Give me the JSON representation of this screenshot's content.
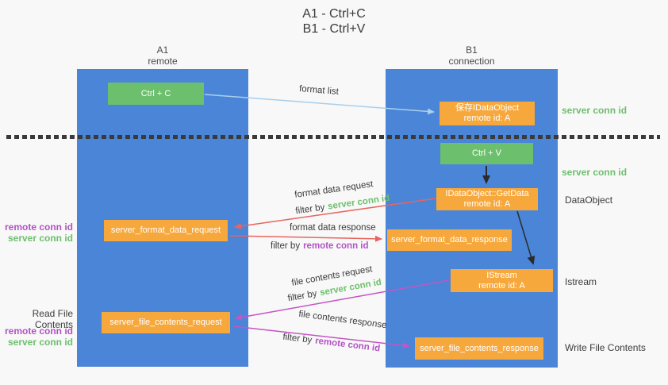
{
  "title": {
    "line1": "A1 - Ctrl+C",
    "line2": "B1 - Ctrl+V"
  },
  "lanes": {
    "left": {
      "name": "A1",
      "subtitle": "remote"
    },
    "right": {
      "name": "B1",
      "subtitle": "connection"
    }
  },
  "nodes": {
    "ctrl_c": {
      "label": "Ctrl + C"
    },
    "save_idataobject": {
      "line1": "保存IDataObject",
      "line2": "remote id: A"
    },
    "ctrl_v": {
      "label": "Ctrl + V"
    },
    "idataobject_getdata": {
      "line1": "IDataObject::GetData",
      "line2": "remote id: A"
    },
    "server_format_data_request": {
      "label": "server_format_data_request"
    },
    "server_format_data_response": {
      "label": "server_format_data_response"
    },
    "istream": {
      "line1": "IStream",
      "line2": "remote id: A"
    },
    "server_file_contents_request": {
      "label": "server_file_contents_request"
    },
    "server_file_contents_response": {
      "label": "server_file_contents_response"
    }
  },
  "edges": {
    "format_list": {
      "label": "format list"
    },
    "format_data_request": {
      "label": "format data request",
      "filter_prefix": "filter by",
      "filter_key": "server conn id"
    },
    "format_data_response": {
      "label": "format data response",
      "filter_prefix": "filter by",
      "filter_key": "remote conn id"
    },
    "file_contents_request": {
      "label": "file contents request",
      "filter_prefix": "filter by",
      "filter_key": "server conn id"
    },
    "file_contents_response": {
      "label": "file contents response",
      "filter_prefix": "filter by",
      "filter_key": "remote conn id"
    }
  },
  "side_labels": {
    "right_server_conn_id_top": "server conn id",
    "right_server_conn_id_mid": "server conn id",
    "right_dataobject": "DataObject",
    "right_istream": "Istream",
    "right_write_file_contents": "Write File Contents",
    "left_remote_conn_id_top": "remote conn id",
    "left_server_conn_id_top": "server conn id",
    "left_read_file_contents": "Read File Contents",
    "left_remote_conn_id_bottom": "remote conn id",
    "left_server_conn_id_bottom": "server conn id"
  },
  "colors": {
    "lane_blue": "#4a85d8",
    "box_orange": "#f7a83c",
    "box_green": "#6cbf6c",
    "arrow_light_blue": "#a9cfec",
    "arrow_red": "#e8655f",
    "arrow_magenta": "#c455c4",
    "arrow_black": "#2b2b2b",
    "text_green": "#6cbf6c",
    "text_purple": "#b153c4",
    "text_dark": "#3c3c3c",
    "background": "#f8f8f8"
  }
}
